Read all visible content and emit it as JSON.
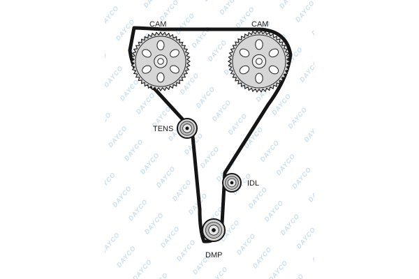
{
  "diagram": {
    "watermark": {
      "text": "DAYCO",
      "color": "#c9def0"
    },
    "colors": {
      "belt": "#151515",
      "gear_fill": "#d6d6d6",
      "gear_stroke": "#222222",
      "hub_fill": "#ececec"
    },
    "labels": {
      "cam_left": "CAM",
      "cam_right": "CAM",
      "tens": "TENS",
      "idl": "IDL",
      "dmp": "DMP"
    }
  }
}
